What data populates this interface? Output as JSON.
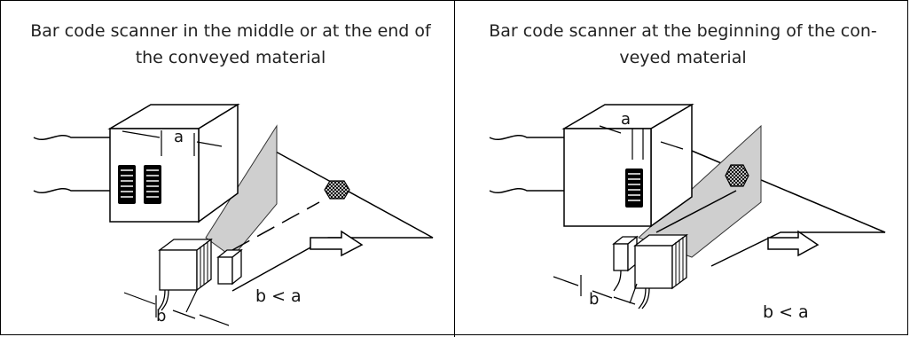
{
  "panels": [
    {
      "title_line1": "Bar code scanner in the middle or at the end of",
      "title_line2": "the conveyed material",
      "label_a": "a",
      "label_b": "b",
      "relation": "b < a"
    },
    {
      "title_line1": "Bar code scanner at the beginning of the con-",
      "title_line2": "veyed material",
      "label_a": "a",
      "label_b": "b",
      "relation": "b < a"
    }
  ]
}
